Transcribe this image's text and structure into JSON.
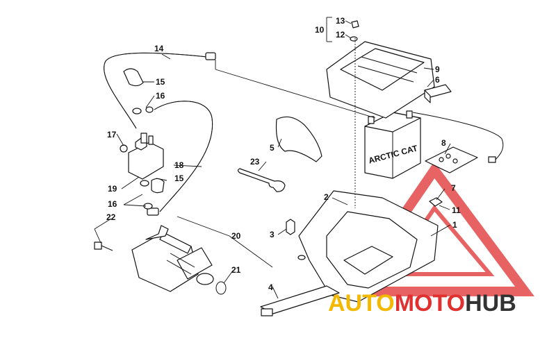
{
  "diagram": {
    "callouts": [
      "1",
      "2",
      "3",
      "4",
      "5",
      "6",
      "7",
      "8",
      "9",
      "10",
      "11",
      "12",
      "13",
      "14",
      "15",
      "15",
      "16",
      "16",
      "17",
      "18",
      "19",
      "20",
      "21",
      "22",
      "23"
    ],
    "battery_label": "ARCTIC CAT"
  },
  "watermark": {
    "text_auto": "AUTO",
    "text_moto": "MOTO",
    "text_hub": "HUB",
    "color_orange": "#f5b800",
    "color_red": "#e03030",
    "color_dark": "#333333"
  }
}
